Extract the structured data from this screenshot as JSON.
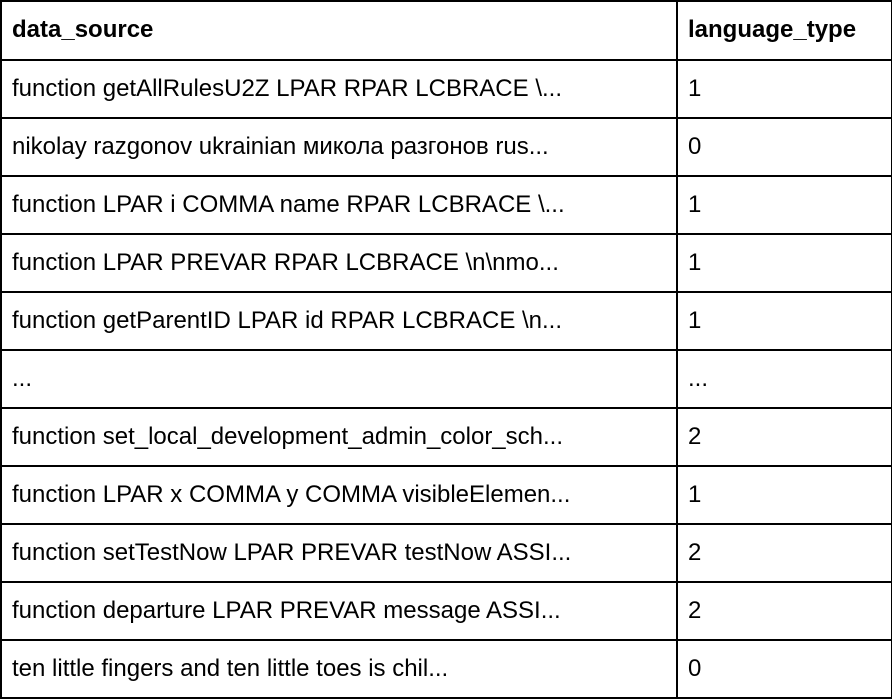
{
  "table": {
    "columns": [
      "data_source",
      "language_type"
    ],
    "rows": [
      [
        "function getAllRulesU2Z LPAR RPAR LCBRACE \\...",
        "1"
      ],
      [
        "nikolay razgonov ukrainian микола разгонов rus...",
        "0"
      ],
      [
        "function LPAR i COMMA name RPAR LCBRACE \\...",
        "1"
      ],
      [
        "function LPAR PREVAR RPAR LCBRACE \\n\\nmo...",
        "1"
      ],
      [
        "function getParentID LPAR id RPAR LCBRACE \\n...",
        "1"
      ],
      [
        "...",
        "..."
      ],
      [
        "function set_local_development_admin_color_sch...",
        "2"
      ],
      [
        "function LPAR x COMMA y COMMA visibleElemen...",
        "1"
      ],
      [
        "function setTestNow LPAR PREVAR testNow ASSI...",
        "2"
      ],
      [
        "function departure LPAR PREVAR message ASSI...",
        "2"
      ],
      [
        "ten little fingers and ten little toes is chil...",
        "0"
      ]
    ]
  }
}
